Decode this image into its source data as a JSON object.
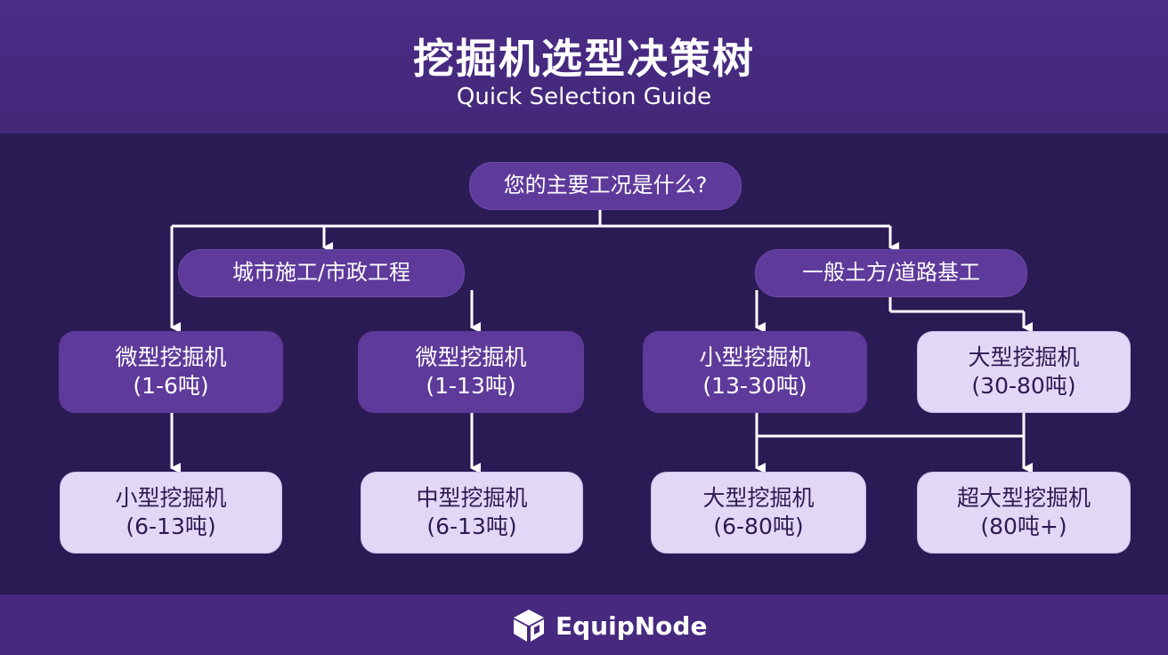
{
  "header": {
    "title": "挖掘机选型决策树",
    "subtitle": "Quick Selection Guide"
  },
  "tree": {
    "root": "您的主要工况是什么?",
    "branch_left": "城市施工/市政工程",
    "branch_right": "一般土方/道路基工",
    "level1": [
      {
        "name": "微型挖掘机",
        "range": "(1-6吨)"
      },
      {
        "name": "微型挖掘机",
        "range": "(1-13吨)"
      },
      {
        "name": "小型挖掘机",
        "range": "(13-30吨)"
      },
      {
        "name": "大型挖掘机",
        "range": "(30-80吨)"
      }
    ],
    "level2": [
      {
        "name": "小型挖掘机",
        "range": "(6-13吨)"
      },
      {
        "name": "中型挖掘机",
        "range": "(6-13吨)"
      },
      {
        "name": "大型挖掘机",
        "range": "(6-80吨)"
      },
      {
        "name": "超大型挖掘机",
        "range": "(80吨+)"
      }
    ]
  },
  "footer": {
    "brand": "EquipNode"
  },
  "colors": {
    "header_bg": "#4a2c86",
    "canvas_bg": "#2b1b54",
    "node_dark": "#5e3a9b",
    "node_light": "#e2d8f6",
    "connector": "#ffffff"
  }
}
